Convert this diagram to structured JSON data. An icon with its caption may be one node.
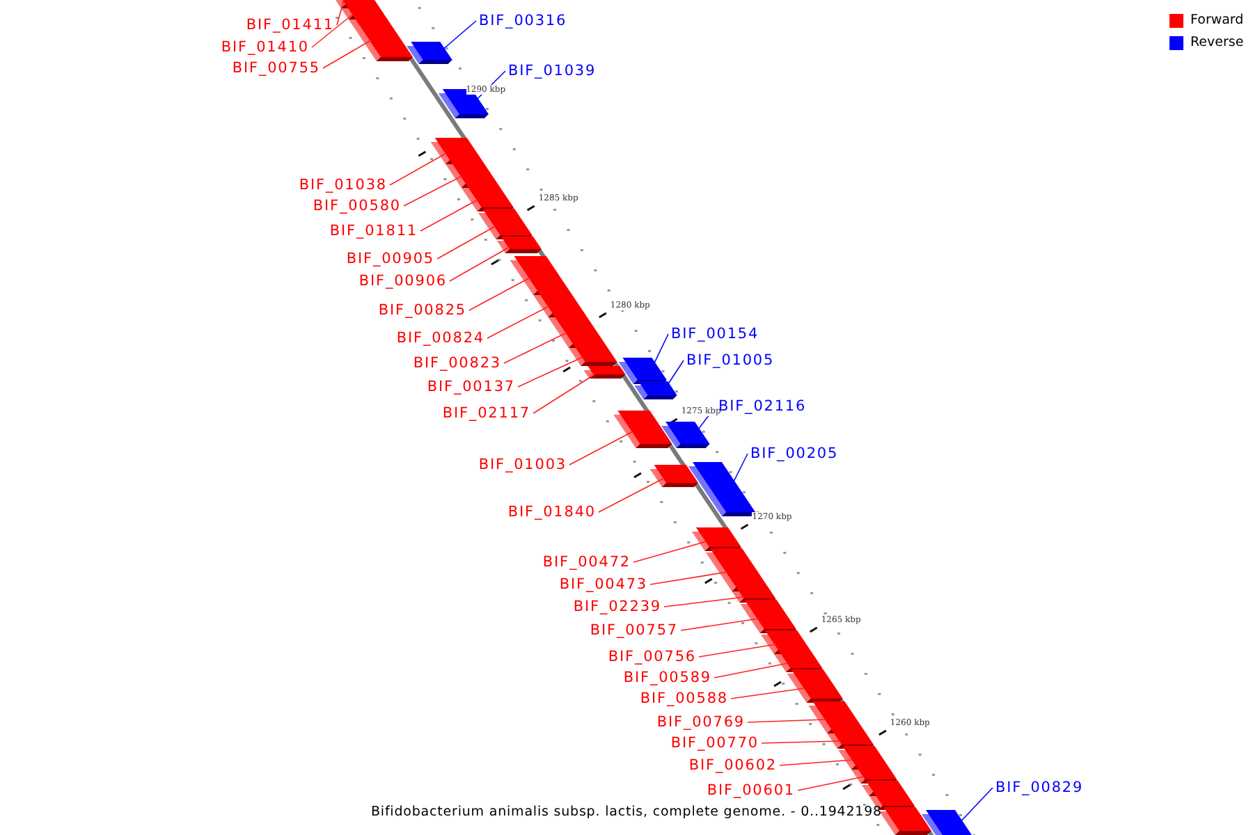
{
  "diagram": {
    "caption": "Bifidobacterium animalis subsp. lactis, complete genome. - 0..1942198",
    "nodes": [
      {
        "text": [
          "BIF_01411"
        ]
      },
      {
        "text": [
          "BIF_00316"
        ]
      },
      {
        "text": [
          "BIF_01410"
        ]
      },
      {
        "text": [
          "BIF_00755"
        ]
      },
      {
        "text": [
          "BIF_01039"
        ]
      },
      {
        "text": [
          "BIF_01038"
        ]
      },
      {
        "text": [
          "BIF_00580"
        ]
      },
      {
        "text": [
          "BIF_01811"
        ]
      },
      {
        "text": [
          "BIF_00905"
        ]
      },
      {
        "text": [
          "BIF_00906"
        ]
      },
      {
        "text": [
          "BIF_00825"
        ]
      },
      {
        "text": [
          "BIF_00154"
        ]
      },
      {
        "text": [
          "BIF_00824"
        ]
      },
      {
        "text": [
          "BIF_01005"
        ]
      },
      {
        "text": [
          "BIF_00823"
        ]
      },
      {
        "text": [
          "BIF_00137"
        ]
      },
      {
        "text": [
          "BIF_02116"
        ]
      },
      {
        "text": [
          "BIF_02117"
        ]
      },
      {
        "text": [
          "BIF_00205"
        ]
      },
      {
        "text": [
          "BIF_01003"
        ]
      },
      {
        "text": [
          "BIF_01840"
        ]
      },
      {
        "text": [
          "BIF_00472"
        ]
      },
      {
        "text": [
          "BIF_00473"
        ]
      },
      {
        "text": [
          "BIF_02239"
        ]
      },
      {
        "text": [
          "BIF_00757"
        ]
      },
      {
        "text": [
          "BIF_00756"
        ]
      },
      {
        "text": [
          "BIF_00589"
        ]
      },
      {
        "text": [
          "BIF_00588"
        ]
      },
      {
        "text": [
          "BIF_00769"
        ]
      },
      {
        "text": [
          "BIF_00770"
        ]
      },
      {
        "text": [
          "BIF_00602"
        ]
      },
      {
        "text": [
          "BIF_00601"
        ]
      },
      {
        "text": [
          "BIF_00829"
        ]
      },
      {
        "text": [],
        "shape": "bar"
      },
      {
        "text": [],
        "shape": "bar"
      },
      {
        "text": [],
        "shape": "bar"
      },
      {
        "text": [],
        "shape": "bar"
      },
      {
        "text": [],
        "shape": "bar"
      },
      {
        "text": [],
        "shape": "bar"
      },
      {
        "text": [],
        "shape": "bar"
      },
      {
        "text": [],
        "shape": "bar"
      },
      {
        "text": [],
        "shape": "bar"
      },
      {
        "text": [],
        "shape": "bar"
      },
      {
        "text": [],
        "shape": "bar"
      },
      {
        "text": [],
        "shape": "bar"
      },
      {
        "text": [],
        "shape": "bar"
      },
      {
        "text": [],
        "shape": "bar"
      },
      {
        "text": [],
        "shape": "bar"
      },
      {
        "text": [],
        "shape": "bar"
      },
      {
        "text": [],
        "shape": "bar"
      },
      {
        "text": [],
        "shape": "bar"
      },
      {
        "text": [],
        "shape": "bar"
      },
      {
        "text": [],
        "shape": "bar"
      },
      {
        "text": [],
        "shape": "bar"
      },
      {
        "text": [],
        "shape": "bar"
      },
      {
        "text": [],
        "shape": "bar"
      },
      {
        "text": [],
        "shape": "bar"
      },
      {
        "text": [],
        "shape": "bar"
      },
      {
        "text": [],
        "shape": "bar"
      },
      {
        "text": [],
        "shape": "bar"
      },
      {
        "text": [],
        "shape": "bar"
      },
      {
        "text": [],
        "shape": "bar"
      },
      {
        "text": [],
        "shape": "bar"
      },
      {
        "text": [],
        "shape": "bar"
      },
      {
        "text": [],
        "shape": "bar"
      },
      {
        "text": [],
        "shape": "bar"
      },
      {
        "text": [],
        "shape": "bar"
      },
      {
        "text": [],
        "shape": "bar"
      },
      {
        "text": [],
        "shape": "bar"
      }
    ],
    "edges": [
      {
        "from": 0,
        "to": 33,
        "arrow": "none"
      },
      {
        "from": 1,
        "to": 36,
        "arrow": "none",
        "color": "#0000ff"
      },
      {
        "from": 2,
        "to": 34,
        "arrow": "none"
      },
      {
        "from": 3,
        "to": 35,
        "arrow": "none"
      },
      {
        "from": 4,
        "to": 37,
        "arrow": "none",
        "color": "#0000ff"
      },
      {
        "from": 5,
        "to": 38,
        "arrow": "none"
      },
      {
        "from": 6,
        "to": 39,
        "arrow": "none"
      },
      {
        "from": 7,
        "to": 40,
        "arrow": "none"
      },
      {
        "from": 8,
        "to": 41,
        "arrow": "none"
      },
      {
        "from": 9,
        "to": 42,
        "arrow": "none"
      },
      {
        "from": 10,
        "to": 43,
        "arrow": "none"
      },
      {
        "from": 11,
        "to": 47,
        "arrow": "none",
        "color": "#0000ff"
      },
      {
        "from": 12,
        "to": 44,
        "arrow": "none"
      },
      {
        "from": 13,
        "to": 49,
        "arrow": "none",
        "color": "#0000ff"
      },
      {
        "from": 14,
        "to": 45,
        "arrow": "none"
      },
      {
        "from": 15,
        "to": 46,
        "arrow": "none"
      },
      {
        "from": 16,
        "to": 51,
        "arrow": "none",
        "color": "#0000ff"
      },
      {
        "from": 17,
        "to": 48,
        "arrow": "none"
      },
      {
        "from": 18,
        "to": 52,
        "arrow": "none",
        "color": "#0000ff"
      },
      {
        "from": 19,
        "to": 50,
        "arrow": "none"
      },
      {
        "from": 20,
        "to": 53,
        "arrow": "none"
      },
      {
        "from": 21,
        "to": 54,
        "arrow": "none"
      },
      {
        "from": 22,
        "to": 55,
        "arrow": "none"
      },
      {
        "from": 23,
        "to": 56,
        "arrow": "none"
      },
      {
        "from": 24,
        "to": 57,
        "arrow": "none"
      },
      {
        "from": 25,
        "to": 58,
        "arrow": "none"
      },
      {
        "from": 26,
        "to": 59,
        "arrow": "none"
      },
      {
        "from": 27,
        "to": 60,
        "arrow": "none"
      },
      {
        "from": 28,
        "to": 61,
        "arrow": "none"
      },
      {
        "from": 29,
        "to": 62,
        "arrow": "none"
      },
      {
        "from": 30,
        "to": 63,
        "arrow": "none"
      },
      {
        "from": 31,
        "to": 64,
        "arrow": "none"
      },
      {
        "from": 32,
        "to": 68,
        "arrow": "none",
        "color": "#0000ff"
      }
    ],
    "labels": [
      "1290 kbp",
      "1285 kbp",
      "1280 kbp",
      "1275 kbp",
      "1270 kbp",
      "1265 kbp",
      "1260 kbp"
    ],
    "legend": [
      {
        "text": "Forward",
        "color": "#ff0000"
      },
      {
        "text": "Reverse",
        "color": "#0000ff"
      }
    ]
  }
}
